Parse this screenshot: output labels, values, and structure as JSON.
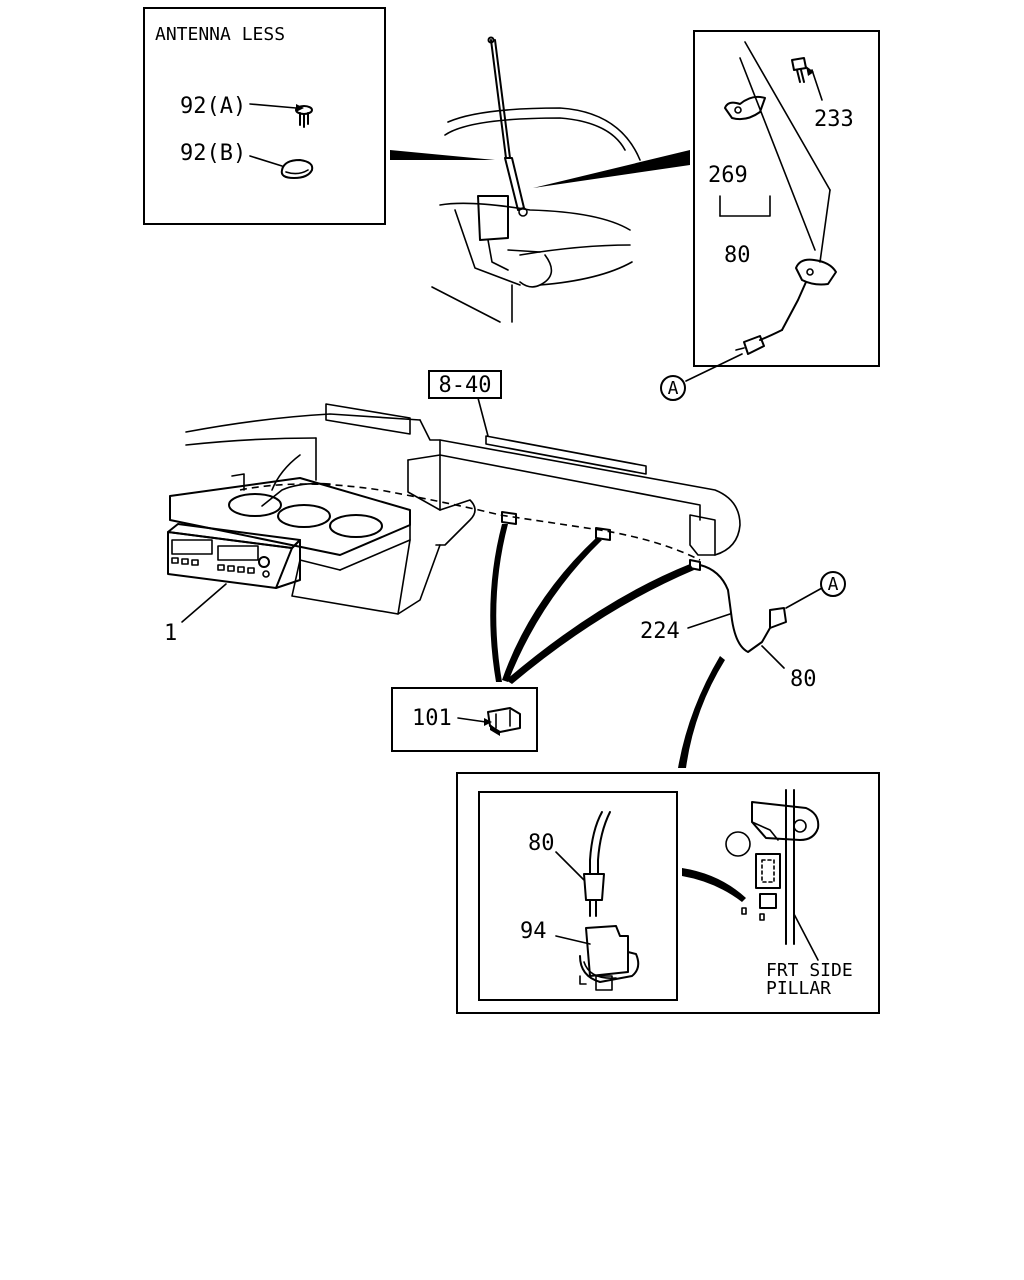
{
  "callouts": {
    "antenna_less": "ANTENNA LESS",
    "p92a": "92(A)",
    "p92b": "92(B)",
    "p233": "233",
    "p269": "269",
    "p80_top": "80",
    "ref_a_top": "A",
    "ref_840": "8-40",
    "p1": "1",
    "p224": "224",
    "ref_a_mid": "A",
    "p80_mid": "80",
    "p101": "101",
    "p80_detail": "80",
    "p94": "94",
    "frt_side_line1": "FRT SIDE",
    "frt_side_line2": "PILLAR"
  }
}
